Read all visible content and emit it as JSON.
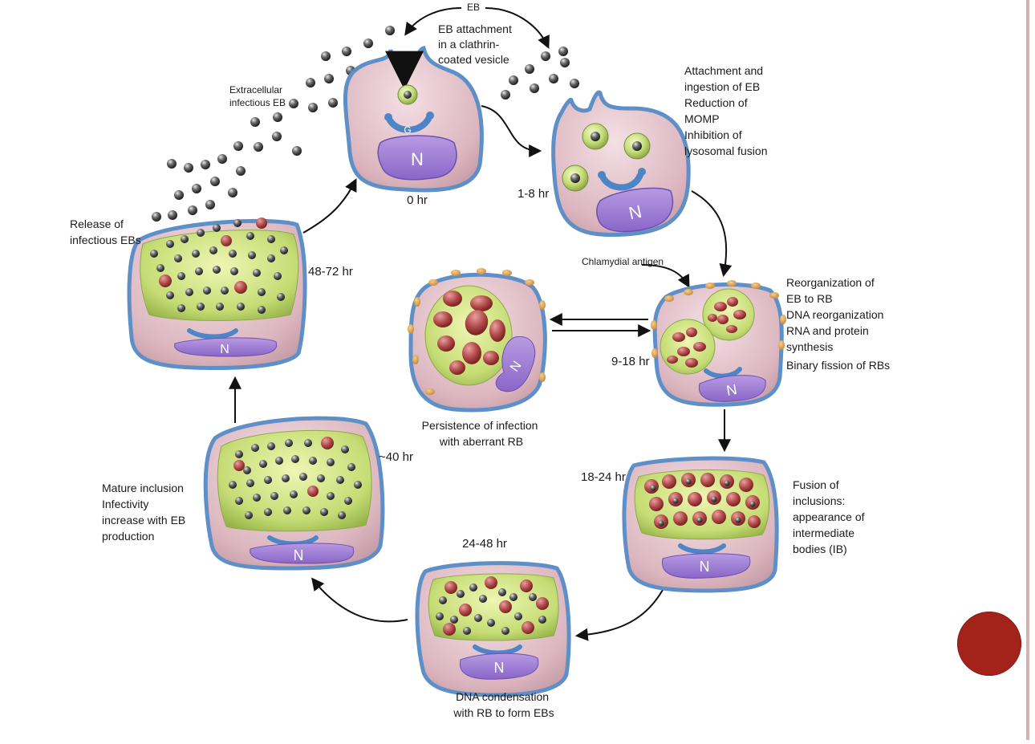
{
  "slide": {
    "accent_color": "#a3231a",
    "rule_color": "#d3b3b1"
  },
  "diagram": {
    "top_eb": "EB",
    "attachment": [
      "EB attachment",
      "in a clathrin-",
      "coated vesicle"
    ],
    "extracellular": [
      "Extracellular",
      "infectious EB"
    ],
    "stage_1_8": [
      "Attachment and",
      "ingestion of EB",
      "Reduction of",
      "MOMP",
      "Inhibition of",
      "lysosomal fusion"
    ],
    "chlamydial_antigen": "Chlamydial antigen",
    "stage_9_18": [
      "Reorganization of",
      "EB to RB",
      "DNA reorganization",
      "RNA and protein",
      "synthesis",
      "Binary fission of RBs"
    ],
    "persistence": [
      "Persistence of infection",
      "with aberrant RB"
    ],
    "stage_18_24": [
      "Fusion of",
      "inclusions:",
      "appearance of",
      "intermediate",
      "bodies (IB)"
    ],
    "stage_24_48": [
      "DNA condensation",
      "with RB to form EBs"
    ],
    "stage_40": [
      "Mature inclusion",
      "Infectivity",
      "increase with EB",
      "production"
    ],
    "release": [
      "Release of",
      "infectious EBs"
    ],
    "times": {
      "t0": "0 hr",
      "t1_8": "1-8 hr",
      "t9_18": "9-18 hr",
      "t18_24": "18-24 hr",
      "t24_48": "24-48 hr",
      "t40": "~40 hr",
      "t48_72": "48-72 hr"
    },
    "nucleus": "N",
    "golgi": "G"
  }
}
